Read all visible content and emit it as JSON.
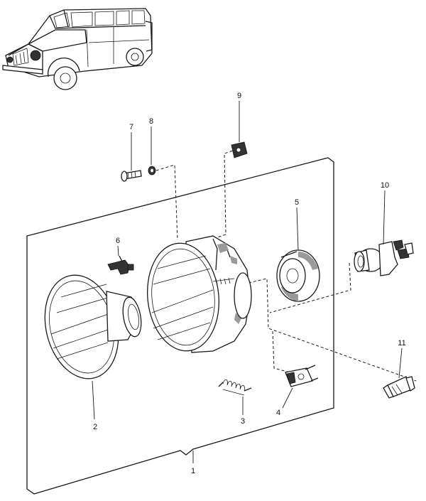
{
  "callouts": {
    "c1": "1",
    "c2": "2",
    "c3": "3",
    "c4": "4",
    "c5": "5",
    "c6": "6",
    "c7": "7",
    "c8": "8",
    "c9": "9",
    "c10": "10",
    "c11": "11"
  },
  "colors": {
    "ink": "#1a1a1a",
    "background": "#ffffff"
  }
}
